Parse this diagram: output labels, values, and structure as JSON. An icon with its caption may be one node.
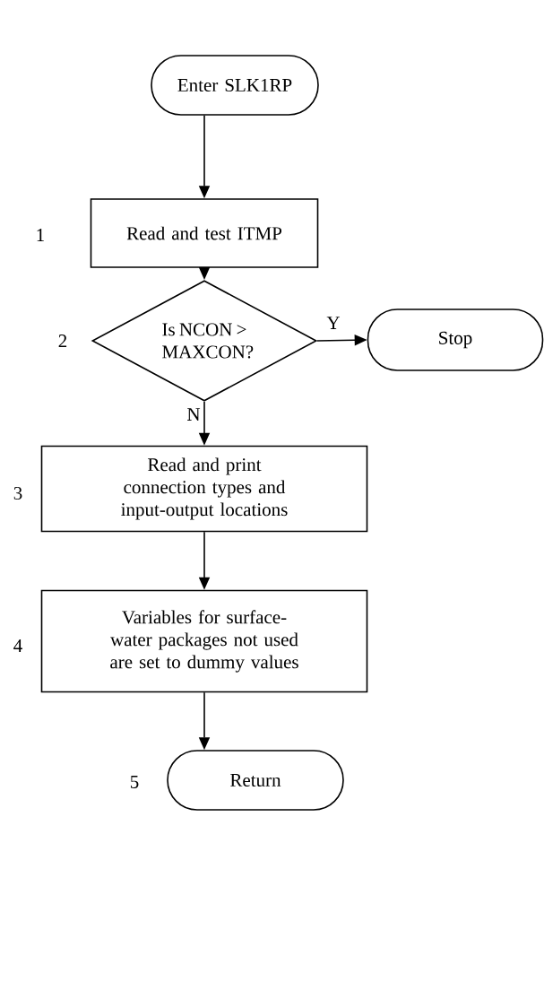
{
  "diagram": {
    "nodes": [
      {
        "text": [
          "Enter SLK1RP"
        ]
      },
      {
        "text": [
          "Read and test ITMP"
        ],
        "beside": [
          "1"
        ]
      },
      {
        "text": [
          "Is NCON > MAXCON?"
        ],
        "beside": [
          "2"
        ]
      },
      {
        "text": [
          "Stop"
        ]
      },
      {
        "text": [
          "Read and print connection types and input-output locations"
        ],
        "beside": [
          "3"
        ]
      },
      {
        "text": [
          "Variables for surface-water packages not used are set to dummy values"
        ],
        "beside": [
          "4"
        ]
      },
      {
        "text": [
          "Return"
        ],
        "beside": [
          "5"
        ]
      }
    ],
    "edges": [
      {
        "from": 0,
        "to": 1,
        "arrow": "to"
      },
      {
        "from": 1,
        "to": 2,
        "arrow": "to"
      },
      {
        "from": 2,
        "to": 3,
        "arrow": "to",
        "label": "Y"
      },
      {
        "from": 2,
        "to": 4,
        "arrow": "to",
        "label": "N"
      },
      {
        "from": 4,
        "to": 5,
        "arrow": "to"
      },
      {
        "from": 5,
        "to": 6,
        "arrow": "to"
      }
    ]
  }
}
